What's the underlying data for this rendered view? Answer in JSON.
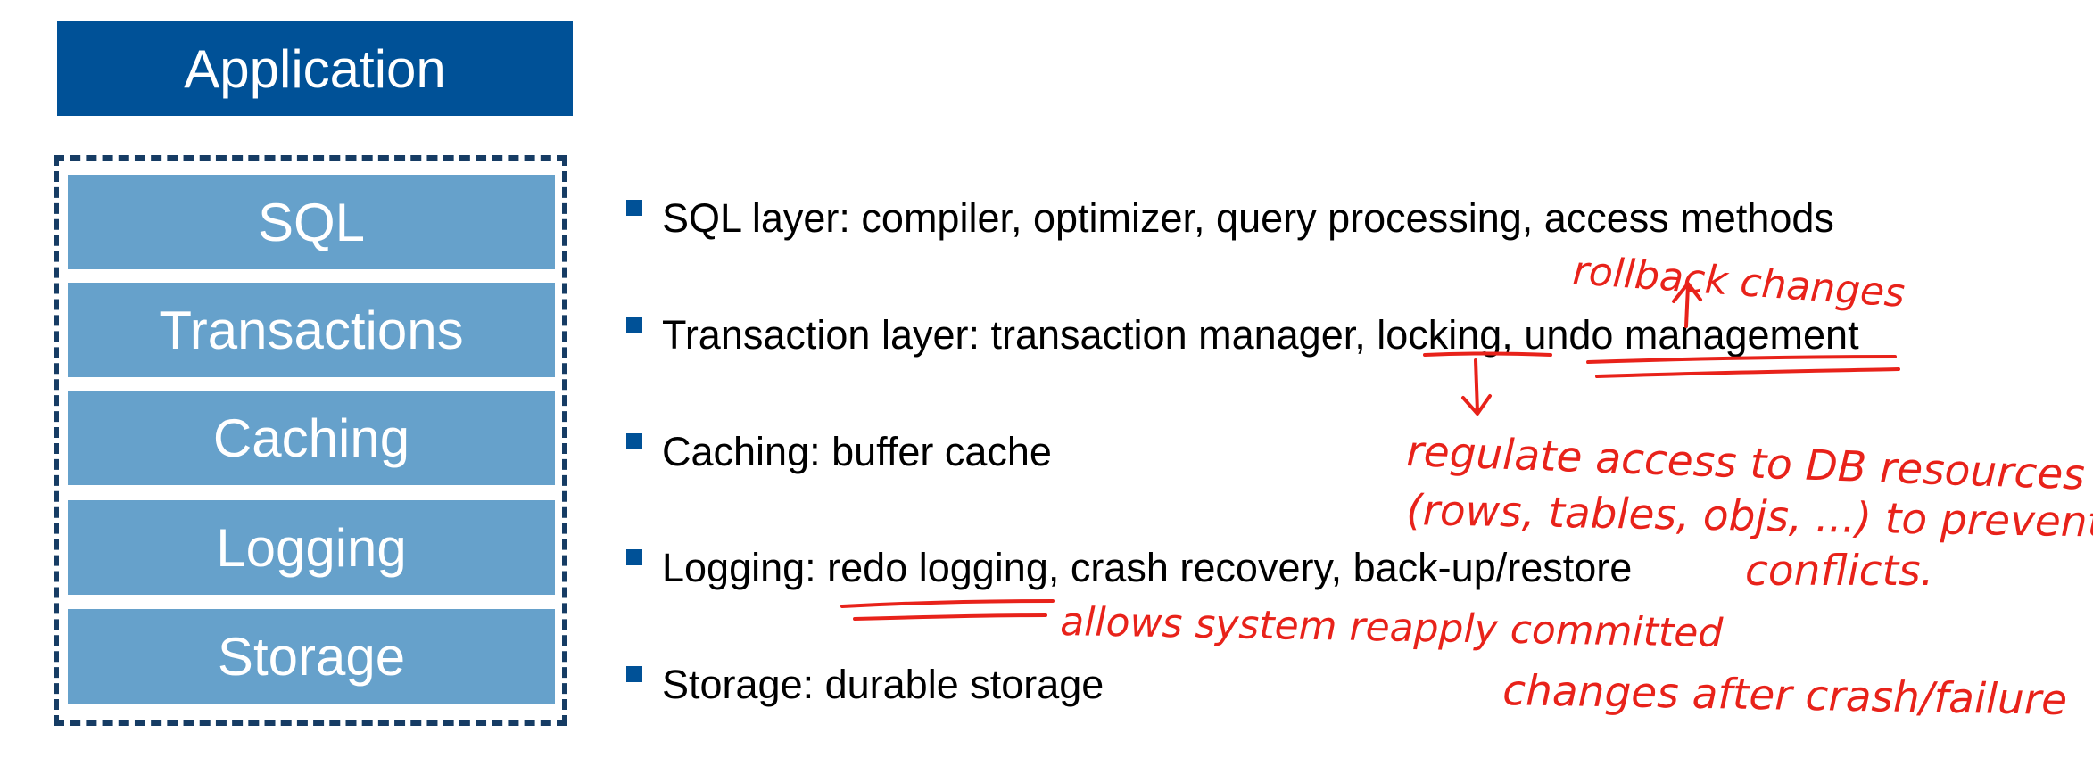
{
  "application": {
    "label": "Application"
  },
  "layers": [
    {
      "label": "SQL"
    },
    {
      "label": "Transactions"
    },
    {
      "label": "Caching"
    },
    {
      "label": "Logging"
    },
    {
      "label": "Storage"
    }
  ],
  "bullets": [
    {
      "text": "SQL layer: compiler, optimizer, query processing, access methods"
    },
    {
      "text": "Transaction layer: transaction manager, locking, undo management"
    },
    {
      "text": "Caching: buffer cache"
    },
    {
      "text": "Logging: redo logging, crash recovery, back-up/restore"
    },
    {
      "text": "Storage: durable storage"
    }
  ],
  "annotations": {
    "rollback": "rollback changes",
    "locking_note_line1": "regulate access to DB resources",
    "locking_note_line2": "(rows, tables, objs, ...) to prevent",
    "locking_note_line3": "conflicts.",
    "redo_note_line1": "allows system reapply committed",
    "redo_note_line2": "changes after crash/failure"
  },
  "colors": {
    "application_box": "#005197",
    "layer_box": "#66a1cb",
    "dashed_border": "#163c64",
    "bullet_marker": "#005197",
    "ink": "#e8221a"
  }
}
